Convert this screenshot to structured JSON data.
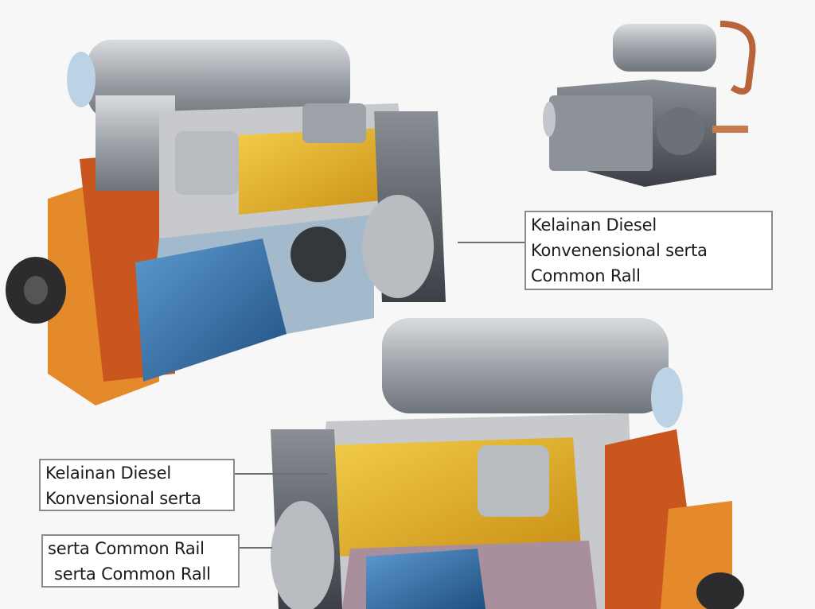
{
  "labels": {
    "top_right": {
      "lines": [
        "Kelainan Diesel",
        "Konvenensional serta",
        "Common Rall"
      ]
    },
    "bottom_left_1": {
      "lines": [
        "Kelainan Diesel",
        "Konvensional serta"
      ]
    },
    "bottom_left_2": {
      "lines": [
        "serta Common Rail",
        "serta Common Rall"
      ]
    }
  },
  "colors": {
    "background": "#f7f7f8",
    "metal": "#a9adb3",
    "orange": "#d0641f",
    "yellow": "#e2b229",
    "blue": "#2e6fa8",
    "copper": "#b8643a"
  }
}
